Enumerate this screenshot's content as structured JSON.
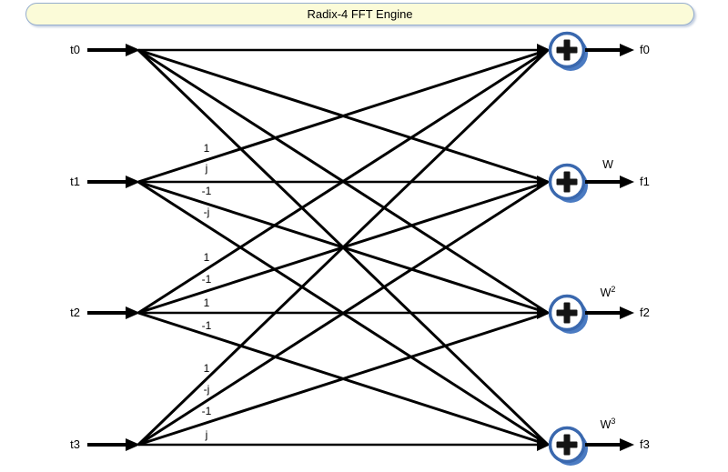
{
  "title": "Radix-4 FFT Engine",
  "inputs": {
    "t0": "t0",
    "t1": "t1",
    "t2": "t2",
    "t3": "t3"
  },
  "outputs": {
    "f0": "f0",
    "f1": "f1",
    "f2": "f2",
    "f3": "f3"
  },
  "twiddles": {
    "f1": {
      "base": "W",
      "exp": ""
    },
    "f2": {
      "base": "W",
      "exp": "2"
    },
    "f3": {
      "base": "W",
      "exp": "3"
    }
  },
  "coeffs": {
    "t1": [
      "1",
      "j",
      "-1",
      "-j"
    ],
    "t2": [
      "1",
      "-1",
      "1",
      "-1"
    ],
    "t3": [
      "1",
      "-j",
      "-1",
      "j"
    ]
  },
  "colors": {
    "title_fill": "#FBFBD8",
    "title_border": "#95ADCE",
    "node_ring": "#3A68AE",
    "node_shadow": "#4B7BC2",
    "line": "#000000"
  }
}
